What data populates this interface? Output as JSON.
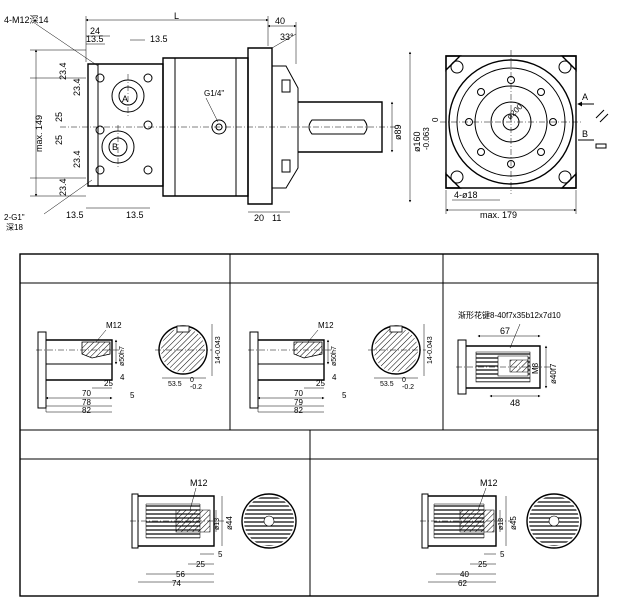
{
  "main_view": {
    "labels": {
      "thread": "4-M12深14",
      "L": "L",
      "d24": "24",
      "d13_5_a": "13.5",
      "d13_5_b": "13.5",
      "d40": "40",
      "angle": "33°",
      "d23_4_a": "23.4",
      "d23_4_b": "23.4",
      "d23_4_c": "23.4",
      "d23_4_d": "23.4",
      "d25_a": "25",
      "d25_b": "25",
      "max149": "max. 149",
      "portA": "A",
      "portB": "B",
      "g14": "G1/4\"",
      "d2g1": "2-G1\"",
      "d2g1b": "深18",
      "d13_5_c": "13.5",
      "d13_5_d": "13.5",
      "d20": "20",
      "d11": "11",
      "dia89": "ø89",
      "dia160": "ø160",
      "tol160": "-0.063",
      "tol160b": "0",
      "dia200": "ø200"
    }
  },
  "side_view": {
    "labels": {
      "arrowA": "A",
      "arrowB": "B",
      "holes": "4-ø18",
      "max179": "max. 179"
    }
  },
  "shaft_options": [
    {
      "labels": {
        "thread": "M12",
        "dia": "ø50h7",
        "key": "14-0.043",
        "d25": "25",
        "d4": "4",
        "d70": "70",
        "d5": "5",
        "d78": "78",
        "d82": "82",
        "d53": "53.5",
        "tol53": "0",
        "tol53b": "-0.2"
      }
    },
    {
      "labels": {
        "thread": "M12",
        "dia": "ø50h7",
        "key": "14-0.043",
        "d25": "25",
        "d4": "4",
        "d70": "70",
        "d5": "5",
        "d79": "79",
        "d82": "82",
        "d53": "53.5",
        "tol53": "0",
        "tol53b": "-0.2"
      }
    },
    {
      "labels": {
        "spline": "渐形花键8-40f7x35b12x7d10",
        "d67": "67",
        "m8": "M8",
        "d40f7": "ø40f7",
        "d48": "48"
      }
    },
    {
      "labels": {
        "thread": "M12",
        "d13": "ø13",
        "d44": "ø44",
        "d5": "5",
        "d25": "25",
        "d56": "56",
        "d74": "74"
      }
    },
    {
      "labels": {
        "thread": "M12",
        "d13": "ø13",
        "d45": "ø45",
        "d5": "5",
        "d25": "25",
        "d40": "40",
        "d62": "62"
      }
    }
  ]
}
